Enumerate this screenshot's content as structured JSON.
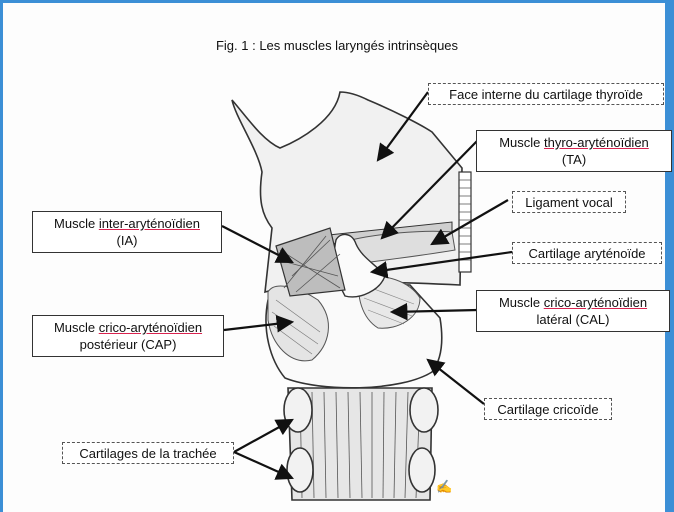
{
  "figure": {
    "title": "Fig. 1 : Les muscles laryngés intrinsèques"
  },
  "labels": {
    "face_interne": "Face interne du cartilage thyroïde",
    "ta_prefix": "Muscle ",
    "ta_name": "thyro-aryténoïdien",
    "ta_abbr": "(TA)",
    "ligament": "Ligament vocal",
    "aryt": "Cartilage aryténoïde",
    "ia_prefix": "Muscle ",
    "ia_name": "inter-aryténoïdien",
    "ia_abbr": "(IA)",
    "cal_prefix": "Muscle ",
    "cal_name": "crico-aryténoïdien",
    "cal_suffix": "latéral (CAL)",
    "cap_prefix": "Muscle ",
    "cap_name": "crico-aryténoïdien",
    "cap_suffix": "postérieur (CAP)",
    "cricoide": "Cartilage cricoïde",
    "trachee": "Cartilages de la trachée"
  },
  "colors": {
    "frame": "#3c8fd6",
    "underline": "#d9234f",
    "ink": "#222222"
  }
}
